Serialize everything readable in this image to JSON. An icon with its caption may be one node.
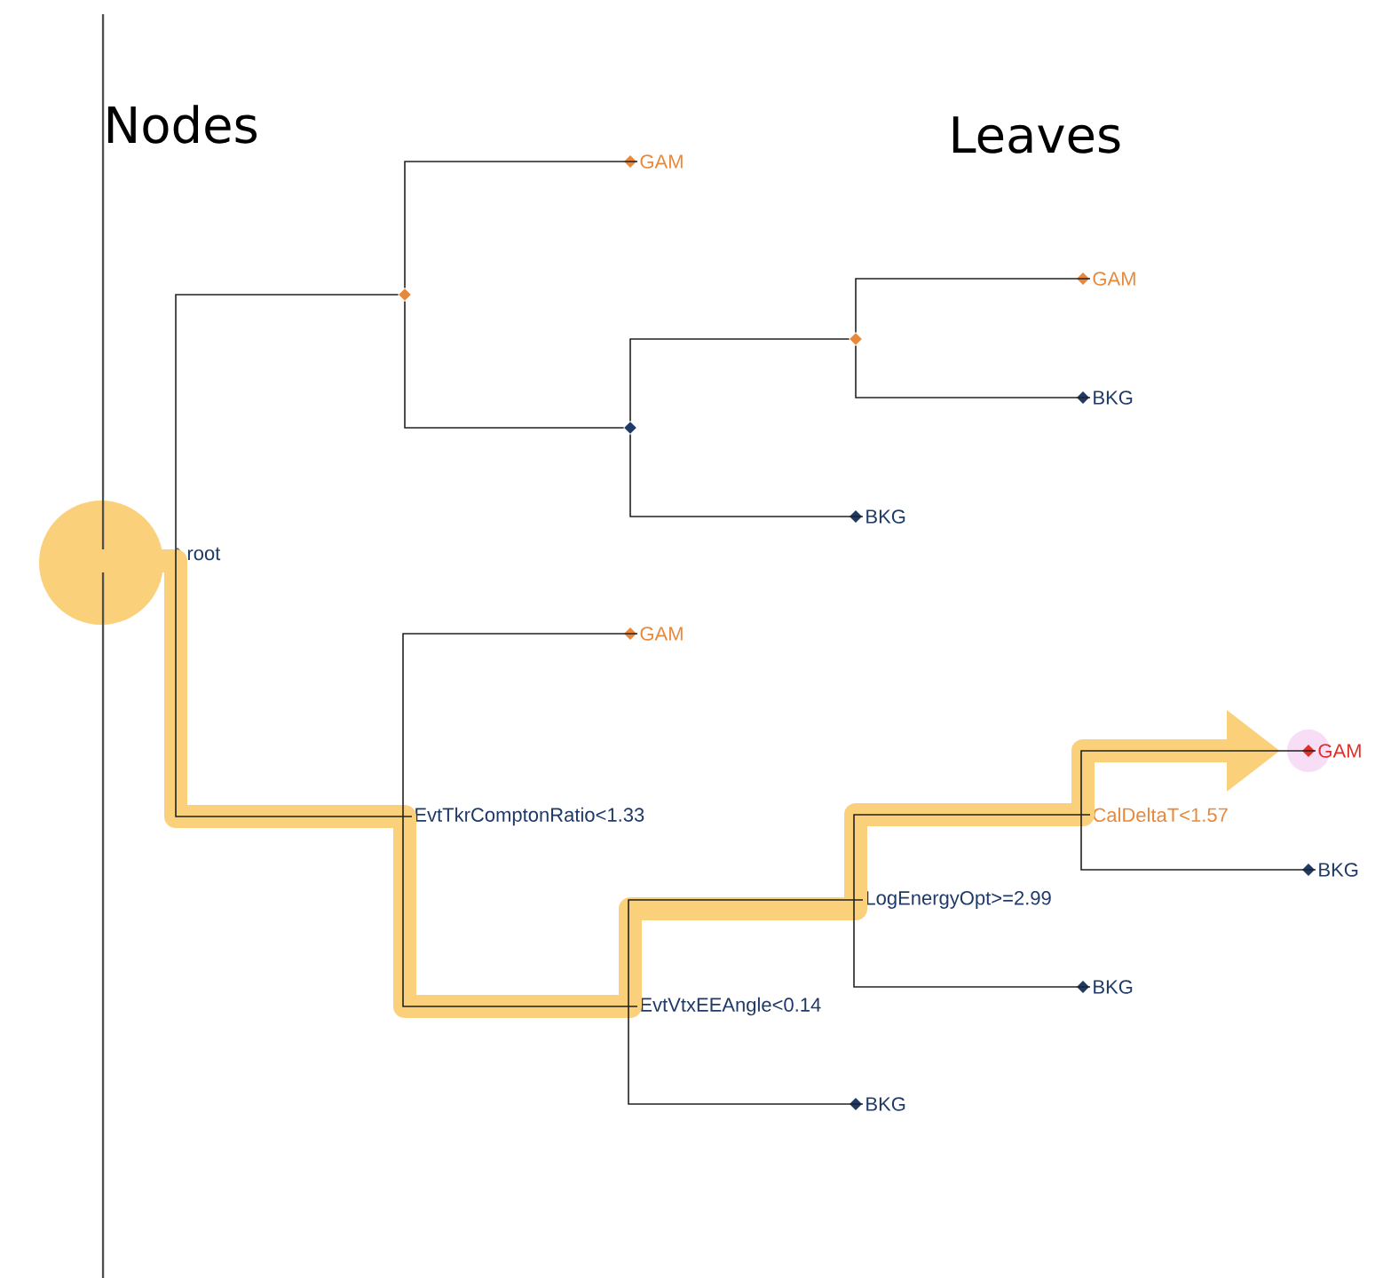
{
  "diagram": {
    "nodes": [
      {
        "text": [
          "root"
        ]
      },
      {
        "text": [],
        "shape": "diamond"
      },
      {
        "text": [
          "GAM"
        ]
      },
      {
        "text": [],
        "shape": "diamond"
      },
      {
        "text": [],
        "shape": "diamond"
      },
      {
        "text": [
          "GAM"
        ]
      },
      {
        "text": [
          "BKG"
        ]
      },
      {
        "text": [
          "BKG"
        ]
      },
      {
        "text": [
          "EvtTkrComptonRatio<1.33"
        ]
      },
      {
        "text": [
          "GAM"
        ]
      },
      {
        "text": [
          "EvtVtxEEAngle<0.14"
        ]
      },
      {
        "text": [
          "LogEnergyOpt>=2.99"
        ]
      },
      {
        "text": [
          "CalDeltaT<1.57"
        ]
      },
      {
        "text": [
          "GAM"
        ]
      },
      {
        "text": [
          "BKG"
        ]
      },
      {
        "text": [
          "BKG"
        ]
      },
      {
        "text": [
          "BKG"
        ]
      }
    ],
    "edges": [
      {
        "from": 0,
        "to": 1,
        "arrow": "none"
      },
      {
        "from": 0,
        "to": 8,
        "arrow": "none"
      },
      {
        "from": 1,
        "to": 2,
        "arrow": "none"
      },
      {
        "from": 1,
        "to": 3,
        "arrow": "none"
      },
      {
        "from": 3,
        "to": 4,
        "arrow": "none"
      },
      {
        "from": 3,
        "to": 7,
        "arrow": "none"
      },
      {
        "from": 4,
        "to": 5,
        "arrow": "none"
      },
      {
        "from": 4,
        "to": 6,
        "arrow": "none"
      },
      {
        "from": 8,
        "to": 9,
        "arrow": "none"
      },
      {
        "from": 8,
        "to": 10,
        "arrow": "none"
      },
      {
        "from": 10,
        "to": 11,
        "arrow": "none"
      },
      {
        "from": 10,
        "to": 16,
        "arrow": "none"
      },
      {
        "from": 11,
        "to": 12,
        "arrow": "none"
      },
      {
        "from": 11,
        "to": 15,
        "arrow": "none"
      },
      {
        "from": 12,
        "to": 13,
        "arrow": "none"
      },
      {
        "from": 12,
        "to": 14,
        "arrow": "none"
      },
      {
        "from": 0,
        "to": 13,
        "arrow": "to",
        "style": "thick",
        "color": "#fbd07a"
      }
    ],
    "labels": [
      "Nodes",
      "Leaves"
    ]
  }
}
